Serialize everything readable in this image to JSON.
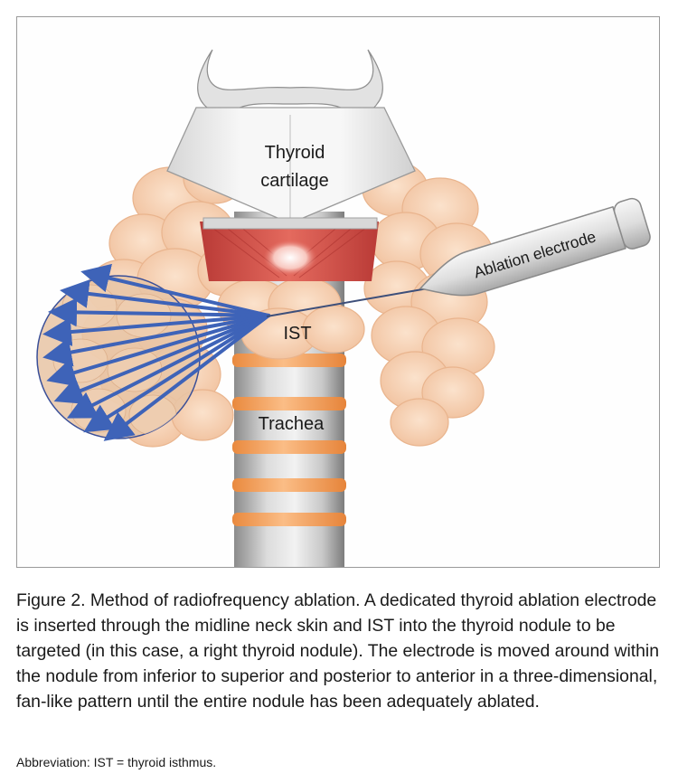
{
  "labels": {
    "thyroid_cartilage_line1": "Thyroid",
    "thyroid_cartilage_line2": "cartilage",
    "ist": "IST",
    "trachea": "Trachea",
    "ablation_electrode": "Ablation electrode"
  },
  "caption": "Figure 2. Method of radiofrequency ablation. A dedicated thyroid ablation electrode is inserted through the midline neck skin and IST into the thyroid nodule to be targeted (in this case, a right thyroid nodule). The electrode is moved around within the nodule from inferior to superior and posterior to anterior in a three-dimensional, fan-like pattern until the entire nodule has been adequately ablated.",
  "abbreviation": "Abbreviation: IST = thyroid isthmus.",
  "colors": {
    "thyroid_tissue": "#f7d2b4",
    "nodule_fill": "#e8c4a4",
    "fan_arrows": "#3e63b8",
    "trachea_rings": "#f5a25e",
    "cricothyroid_muscle": "#d65048",
    "cartilage": "#f4f4f4"
  }
}
